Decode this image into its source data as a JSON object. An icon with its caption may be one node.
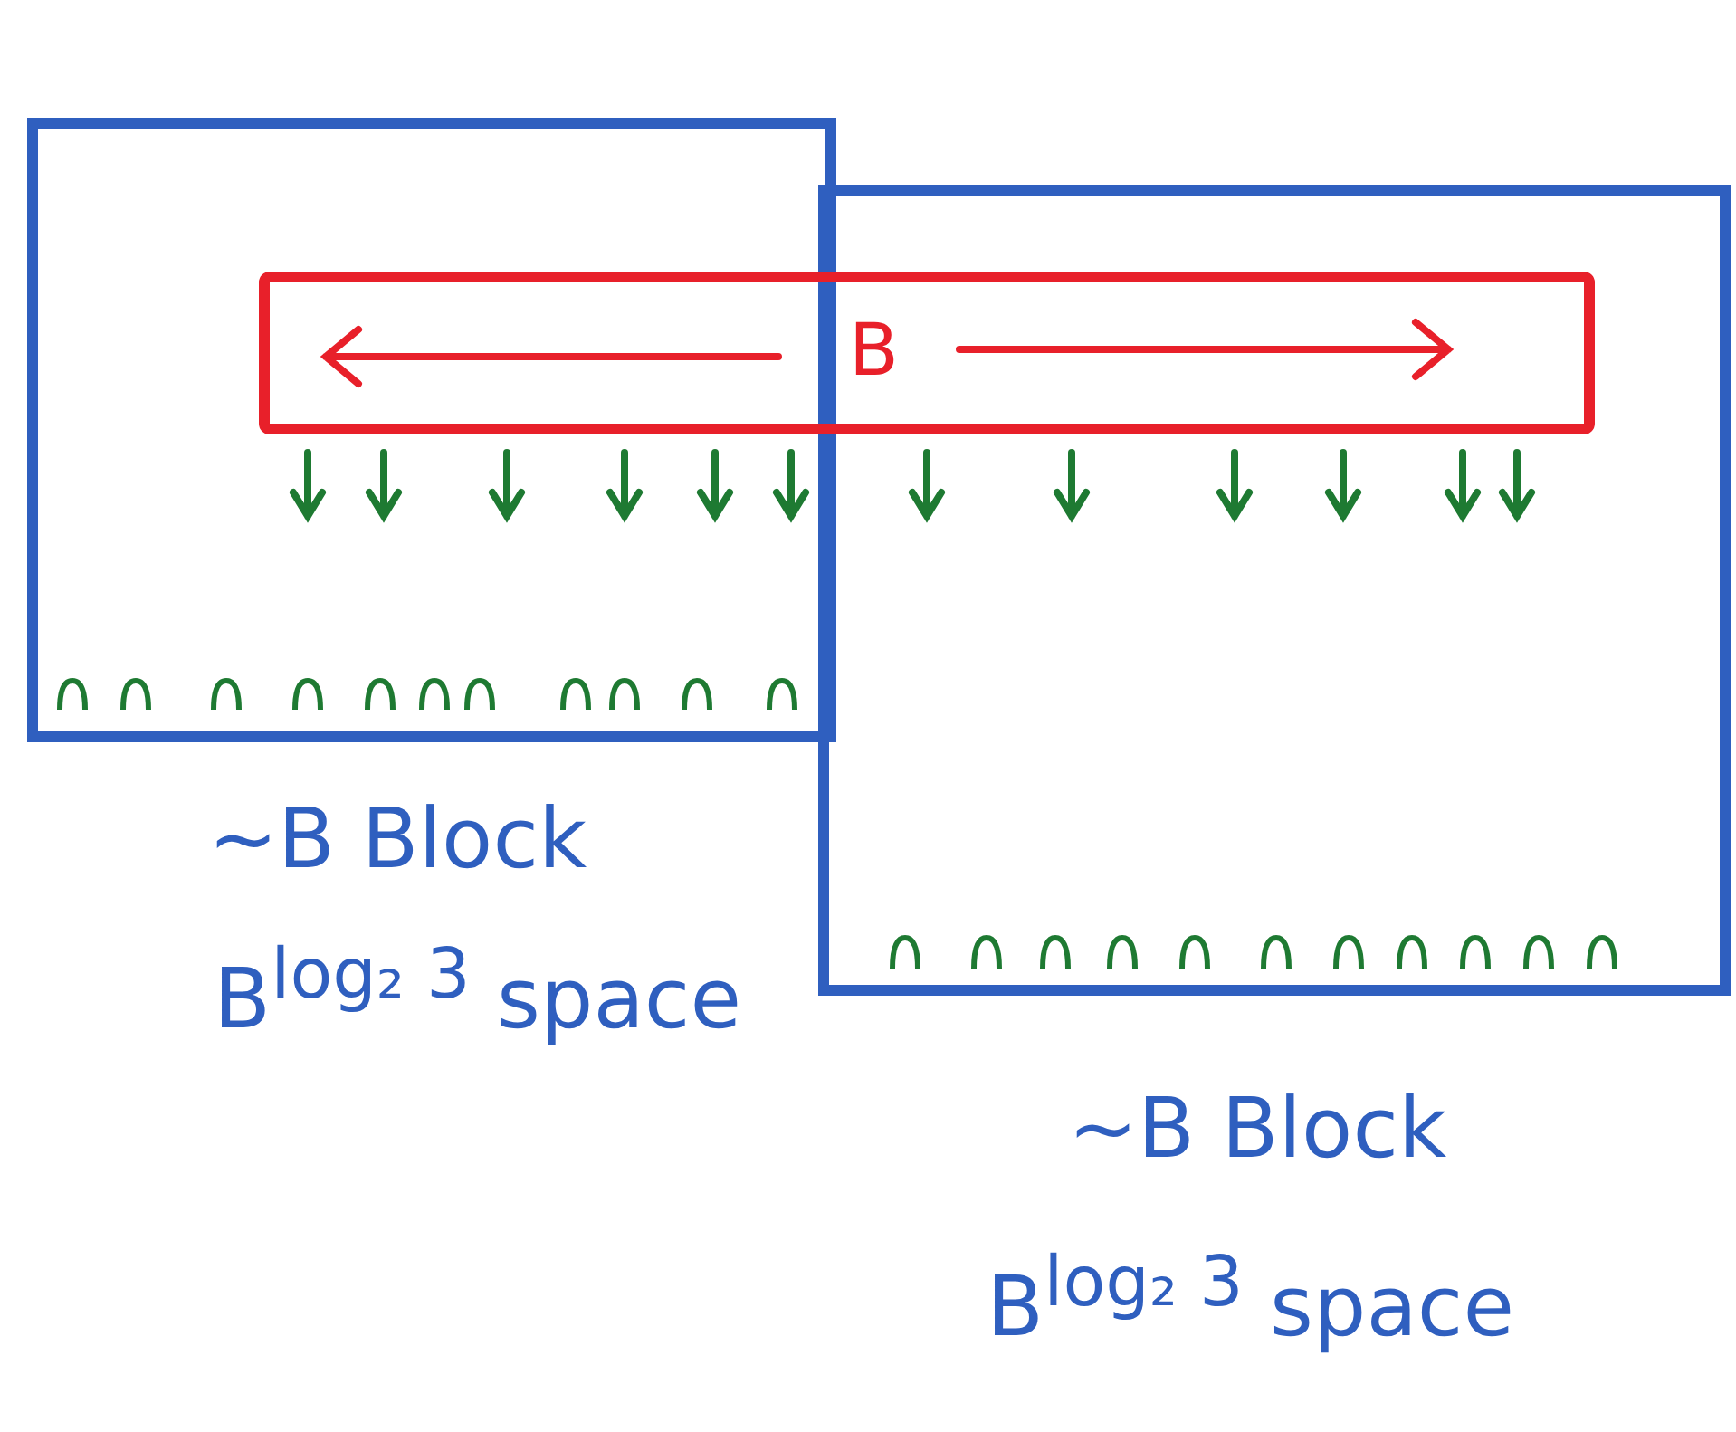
{
  "diagram": {
    "nodes": [
      {
        "text": [],
        "shape": "box",
        "beside": [
          "~B Block",
          "B$^{log₂ 3}$ space"
        ]
      },
      {
        "text": [],
        "shape": "box",
        "beside": [
          "~B Block",
          "B$^{log₂ 3}$ space"
        ]
      },
      {
        "text": [
          "B"
        ]
      }
    ],
    "edges": []
  }
}
